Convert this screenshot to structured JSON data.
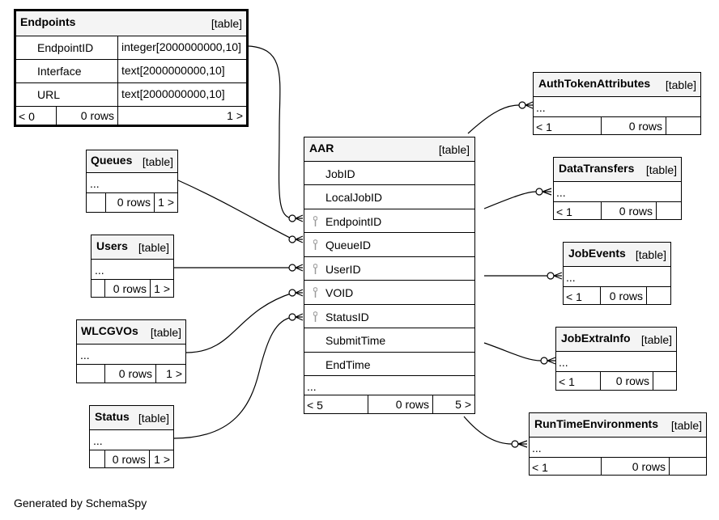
{
  "tag": "[table]",
  "endpoints": {
    "name": "Endpoints",
    "columns": [
      {
        "name": "EndpointID",
        "type": "integer[2000000000,10]"
      },
      {
        "name": "Interface",
        "type": "text[2000000000,10]"
      },
      {
        "name": "URL",
        "type": "text[2000000000,10]"
      }
    ],
    "footer": {
      "parents": "< 0",
      "rows": "0 rows",
      "children": "1 >"
    }
  },
  "queues": {
    "name": "Queues",
    "ellipsis": "...",
    "rows": "0 rows",
    "children": "1 >"
  },
  "users": {
    "name": "Users",
    "ellipsis": "...",
    "rows": "0 rows",
    "children": "1 >"
  },
  "wlcgvos": {
    "name": "WLCGVOs",
    "ellipsis": "...",
    "rows": "0 rows",
    "children": "1 >"
  },
  "status": {
    "name": "Status",
    "ellipsis": "...",
    "rows": "0 rows",
    "children": "1 >"
  },
  "aar": {
    "name": "AAR",
    "columns": [
      "JobID",
      "LocalJobID",
      "EndpointID",
      "QueueID",
      "UserID",
      "VOID",
      "StatusID",
      "SubmitTime",
      "EndTime"
    ],
    "ellipsis": "...",
    "footer": {
      "parents": "< 5",
      "rows": "0 rows",
      "children": "5 >"
    }
  },
  "auth": {
    "name": "AuthTokenAttributes",
    "ellipsis": "...",
    "parents": "< 1",
    "rows": "0 rows"
  },
  "transfers": {
    "name": "DataTransfers",
    "ellipsis": "...",
    "parents": "< 1",
    "rows": "0 rows"
  },
  "events": {
    "name": "JobEvents",
    "ellipsis": "...",
    "parents": "< 1",
    "rows": "0 rows"
  },
  "extra": {
    "name": "JobExtraInfo",
    "ellipsis": "...",
    "parents": "< 1",
    "rows": "0 rows"
  },
  "rte": {
    "name": "RunTimeEnvironments",
    "ellipsis": "...",
    "parents": "< 1",
    "rows": "0 rows"
  },
  "footer": "Generated by SchemaSpy"
}
